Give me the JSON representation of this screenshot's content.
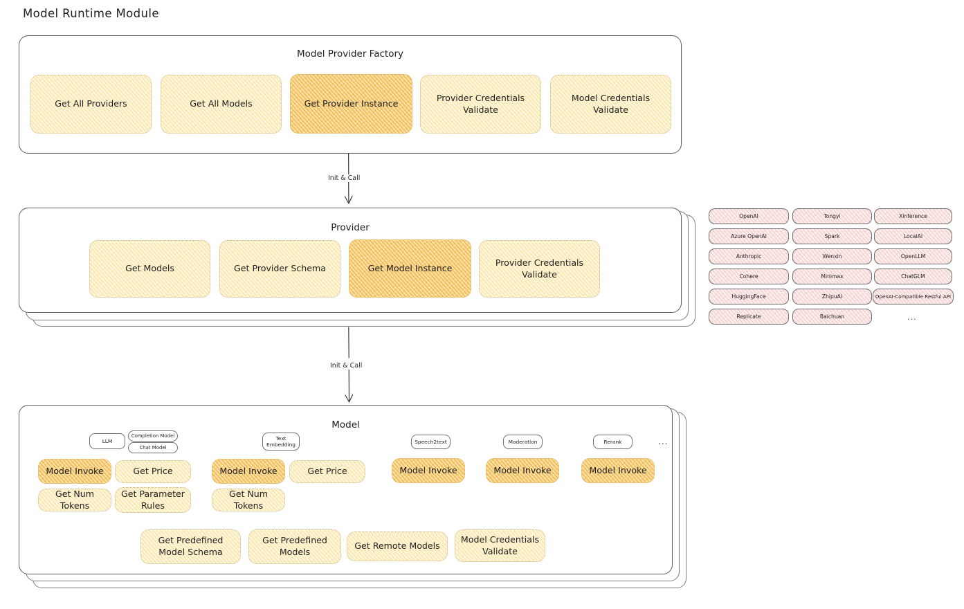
{
  "diagram": {
    "title": "Model Runtime Module"
  },
  "factory": {
    "title": "Model Provider Factory",
    "methods": [
      {
        "label": "Get All Providers",
        "highlight": false
      },
      {
        "label": "Get All Models",
        "highlight": false
      },
      {
        "label": "Get Provider Instance",
        "highlight": true
      },
      {
        "label": "Provider Credentials Validate",
        "highlight": false
      },
      {
        "label": "Model Credentials Validate",
        "highlight": false
      }
    ]
  },
  "connector1": {
    "label": "Init & Call"
  },
  "provider": {
    "title": "Provider",
    "methods": [
      {
        "label": "Get Models",
        "highlight": false
      },
      {
        "label": "Get Provider Schema",
        "highlight": false
      },
      {
        "label": "Get Model Instance",
        "highlight": true
      },
      {
        "label": "Provider Credentials Validate",
        "highlight": false
      }
    ]
  },
  "connector2": {
    "label": "Init & Call"
  },
  "provider_list": {
    "columns": [
      [
        "OpenAI",
        "Azure OpenAI",
        "Anthropic",
        "Cohere",
        "HuggingFace",
        "Replicate"
      ],
      [
        "Tongyi",
        "Spark",
        "Wenxin",
        "Minimax",
        "ZhipuAI",
        "Baichuan"
      ],
      [
        "Xinference",
        "LocalAI",
        "OpenLLM",
        "ChatGLM",
        "OpenAI-Compatible Restful API"
      ]
    ],
    "more": "..."
  },
  "model": {
    "title": "Model",
    "more": "...",
    "types": [
      {
        "badge": "LLM",
        "filled": true,
        "sub": [
          "Completion Model",
          "Chat Model"
        ]
      },
      {
        "badge": "Text\nEmbedding",
        "filled": true,
        "sub": []
      },
      {
        "badge": "Speech2text",
        "filled": true,
        "sub": []
      },
      {
        "badge": "Moderation",
        "filled": true,
        "sub": []
      },
      {
        "badge": "Rerank",
        "filled": true,
        "sub": []
      }
    ],
    "methods": [
      {
        "label": "Model Invoke",
        "highlight": true
      },
      {
        "label": "Get Price",
        "highlight": false
      },
      {
        "label": "Get Num Tokens",
        "highlight": false
      },
      {
        "label": "Get Parameter Rules",
        "highlight": false
      },
      {
        "label": "Model Invoke",
        "highlight": true
      },
      {
        "label": "Get Price",
        "highlight": false
      },
      {
        "label": "Get Num Tokens",
        "highlight": false
      },
      {
        "label": "Model Invoke",
        "highlight": true
      },
      {
        "label": "Model Invoke",
        "highlight": true
      },
      {
        "label": "Model Invoke",
        "highlight": true
      }
    ],
    "shared_methods": [
      {
        "label": "Get Predefined Model Schema"
      },
      {
        "label": "Get Predefined Models"
      },
      {
        "label": "Get Remote Models"
      },
      {
        "label": "Model Credentials Validate"
      }
    ]
  },
  "colors": {
    "highlight_fill": "#fbdfa6",
    "light_fill": "#fdf6dd",
    "chip_fill": "#fdeeee",
    "badge_fill": "#e8f2fb",
    "stroke": "#5c5c5c",
    "text": "#1e1e1e"
  }
}
